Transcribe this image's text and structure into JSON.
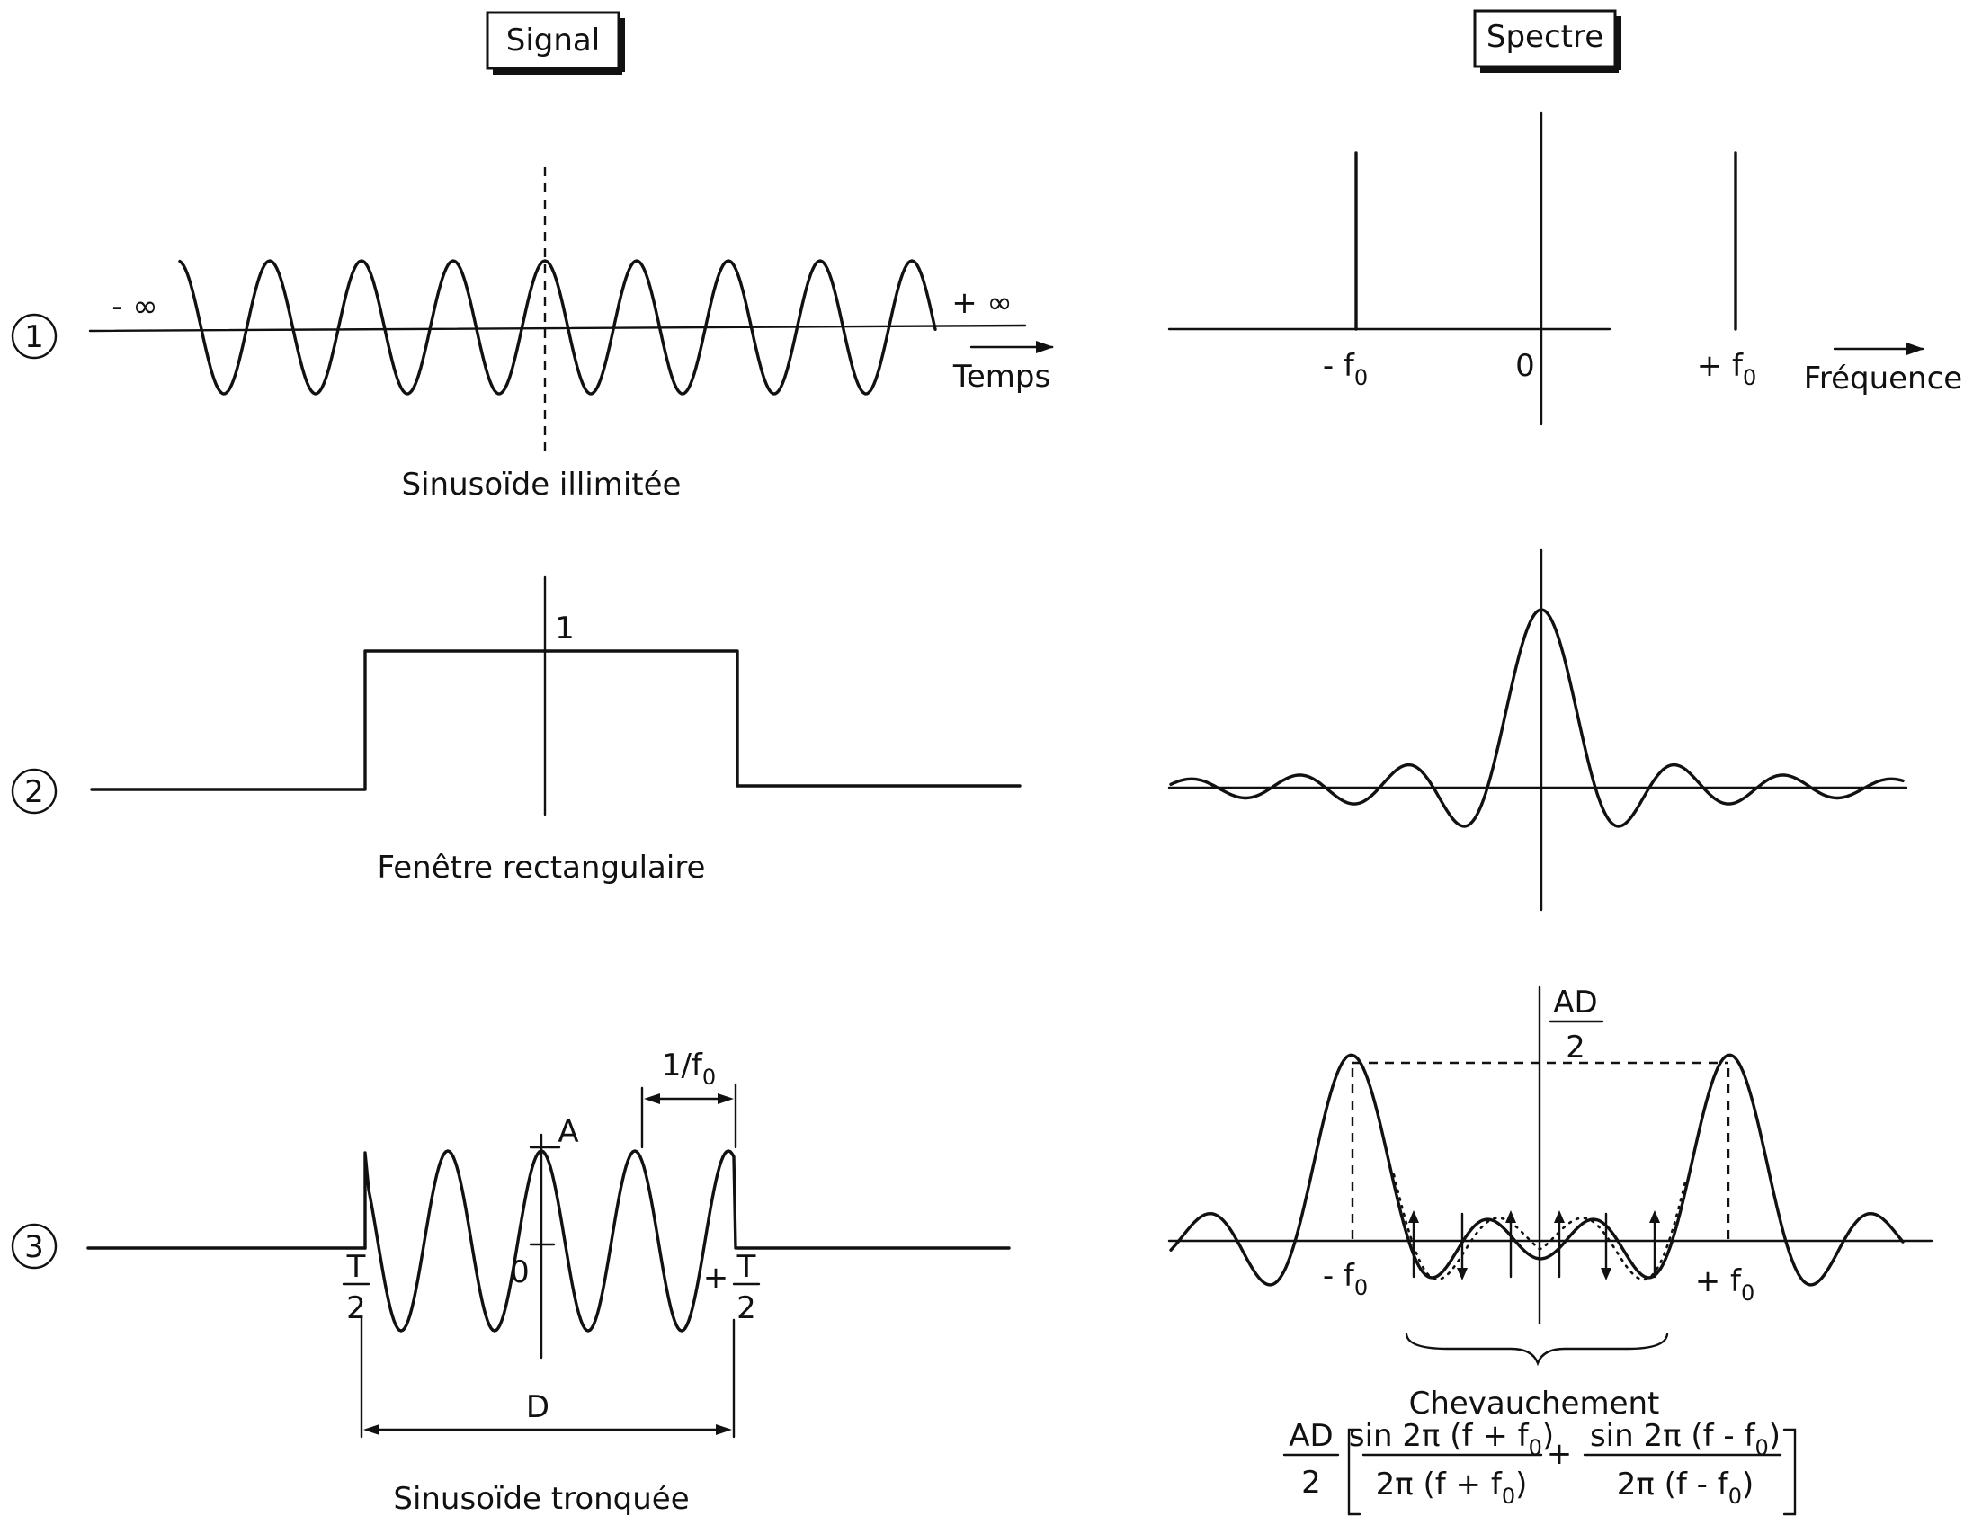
{
  "headers": {
    "signal": "Signal",
    "spectre": "Spectre"
  },
  "panels": {
    "row1": {
      "number": "1",
      "minus_inf": "- ∞",
      "plus_inf": "+ ∞",
      "time_axis": "Temps",
      "caption": "Sinusoïde illimitée",
      "spec_minus_f0": "- f",
      "spec_zero": "0",
      "spec_plus_f0": "+ f",
      "sub0": "0",
      "freq_axis": "Fréquence"
    },
    "row2": {
      "number": "2",
      "one": "1",
      "caption": "Fenêtre rectangulaire"
    },
    "row3": {
      "number": "3",
      "period": "1/f",
      "sub0": "0",
      "amp": "A",
      "zero": "0",
      "t": "T",
      "two": "2",
      "plus": "+",
      "duration": "D",
      "caption": "Sinusoïde tronquée",
      "spec_peak_num": "AD",
      "spec_peak_den": "2",
      "spec_minus_f0": "- f",
      "spec_plus_f0": "+ f",
      "overlap": "Chevauchement",
      "formula": {
        "coef_num": "AD",
        "coef_den": "2",
        "num1": "sin 2π (f + f",
        "den1": "2π (f + f",
        "plus": "+",
        "num2": "sin 2π (f - f",
        "den2": "2π (f - f",
        "close": ")"
      }
    }
  }
}
